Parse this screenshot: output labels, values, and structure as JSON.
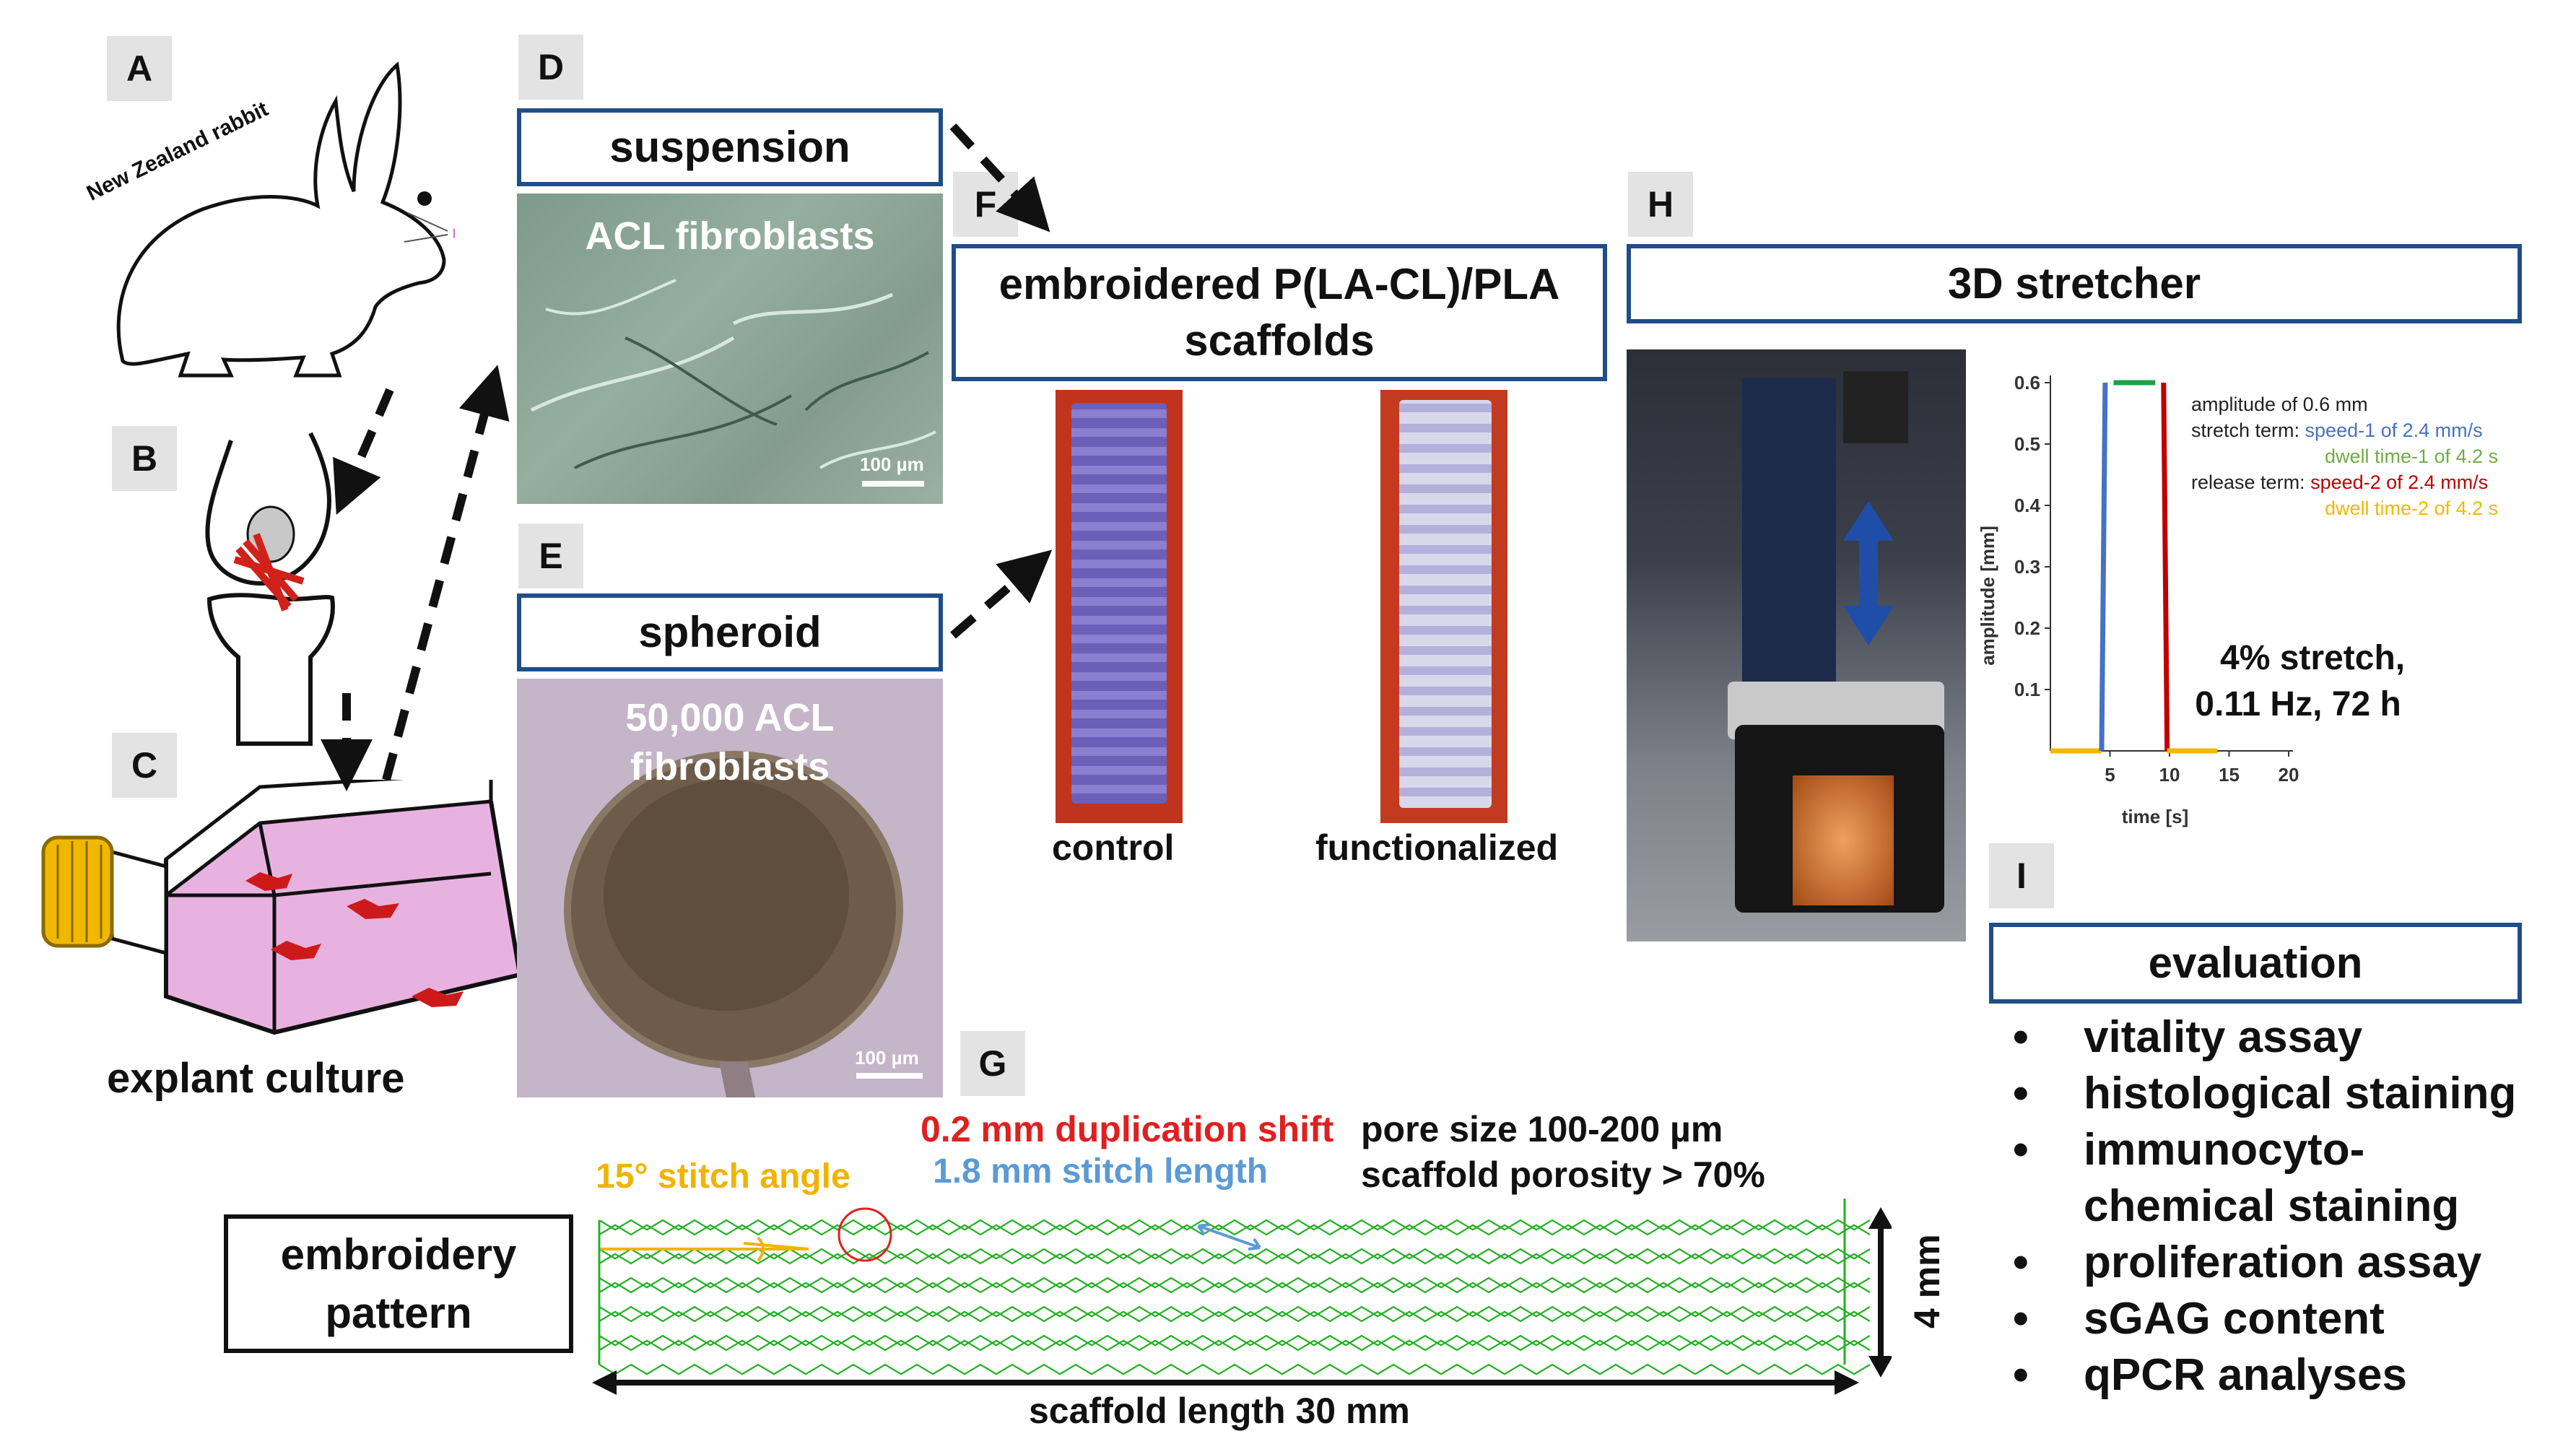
{
  "panels": {
    "a": "A",
    "b": "B",
    "c": "C",
    "d": "D",
    "e": "E",
    "f": "F",
    "g": "G",
    "h": "H",
    "i": "I"
  },
  "rabbit_label": "New Zealand rabbit",
  "explant_caption": "explant culture",
  "suspension": {
    "box_label": "suspension",
    "image_title": "ACL fibroblasts",
    "scale_label": "100 µm"
  },
  "spheroid": {
    "box_label": "spheroid",
    "image_title_line1": "50,000 ACL",
    "image_title_line2": "fibroblasts",
    "scale_label": "100 µm"
  },
  "scaffolds": {
    "box_line1": "embroidered P(LA-CL)/PLA",
    "box_line2": "scaffolds",
    "control_caption": "control",
    "functionalized_caption": "functionalized"
  },
  "stretcher": {
    "box_label": "3D stretcher",
    "stretch_line1": "4% stretch,",
    "stretch_line2": "0.11 Hz, 72 h"
  },
  "embroidery": {
    "box_line1": "embroidery",
    "box_line2": "pattern",
    "duplication_shift": "0.2 mm duplication shift",
    "stitch_angle": "15° stitch angle",
    "stitch_length": "1.8 mm stitch length",
    "pore_size": "pore size 100-200 µm",
    "porosity": "scaffold porosity > 70%",
    "width_label": "4 mm",
    "length_label": "scaffold length 30 mm"
  },
  "evaluation": {
    "box_label": "evaluation",
    "bullet": "•",
    "items": [
      "vitality assay",
      "histological staining",
      "immunocyto-",
      "chemical staining",
      "proliferation assay",
      "sGAG content",
      "qPCR analyses"
    ]
  },
  "colors": {
    "box_border": "#1f4e89",
    "stitch_angle": "#f0b400",
    "duplication_shift": "#e02020",
    "stitch_length": "#5b9bd5",
    "pattern_green": "#22b022",
    "stretch_up": "#4472c4",
    "dwell_1": "#1ba24a",
    "stretch_down": "#c00000",
    "dwell_2": "#f2b800",
    "double_arrow": "#1f4ea8"
  },
  "chart_data": {
    "type": "line",
    "xlabel": "time [s]",
    "ylabel": "amplitude [mm]",
    "xlim": [
      0,
      20
    ],
    "ylim": [
      0,
      0.6
    ],
    "x_ticks": [
      "5",
      "10",
      "15",
      "20"
    ],
    "y_ticks": [
      "0.1",
      "0.2",
      "0.3",
      "0.4",
      "0.5",
      "0.6"
    ],
    "segments": [
      {
        "name": "dwell time-2",
        "color": "#f2b800",
        "x": [
          0,
          4.3
        ],
        "y": [
          0,
          0
        ]
      },
      {
        "name": "speed-1",
        "color": "#4472c4",
        "x": [
          4.3,
          4.6
        ],
        "y": [
          0,
          0.6
        ]
      },
      {
        "name": "dwell time-1",
        "color": "#1ba24a",
        "x": [
          5.3,
          8.8
        ],
        "y": [
          0.6,
          0.6
        ]
      },
      {
        "name": "speed-2",
        "color": "#c00000",
        "x": [
          9.5,
          9.8
        ],
        "y": [
          0.6,
          0
        ]
      },
      {
        "name": "dwell time-2",
        "color": "#f2b800",
        "x": [
          9.8,
          14
        ],
        "y": [
          0,
          0
        ]
      }
    ],
    "legend": [
      {
        "prefix": "",
        "text": "amplitude of 0.6 mm",
        "color": "#222222"
      },
      {
        "prefix": "stretch term:",
        "text": "speed-1 of 2.4 mm/s",
        "color": "#4472c4"
      },
      {
        "prefix": "",
        "text": "dwell time-1 of 4.2 s",
        "color": "#70ad47"
      },
      {
        "prefix": "release term:",
        "text": "speed-2 of 2.4 mm/s",
        "color": "#c00000"
      },
      {
        "prefix": "",
        "text": "dwell time-2 of 4.2 s",
        "color": "#f2b800"
      }
    ]
  }
}
